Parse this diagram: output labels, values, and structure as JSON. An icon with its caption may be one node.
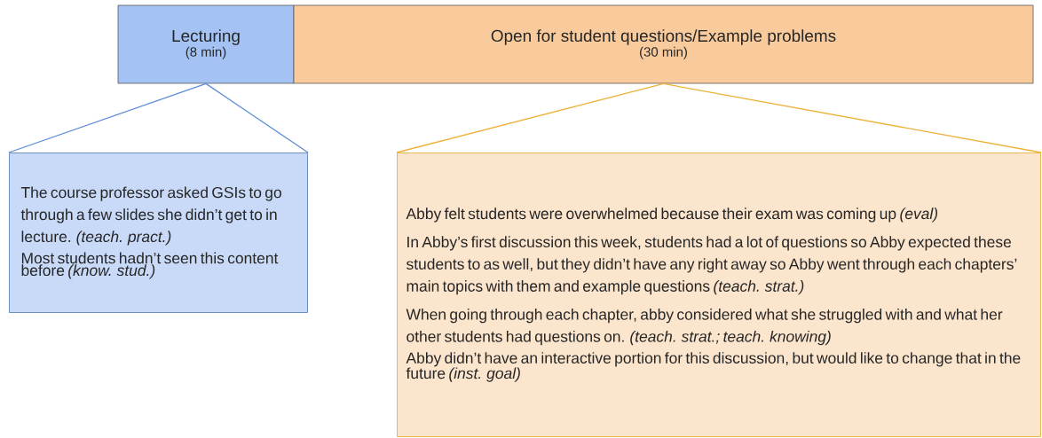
{
  "diagram": {
    "nodes": [
      {
        "text": [
          "Lecturing",
          "(8 min)"
        ]
      },
      {
        "text": [
          "Open for student questions/Example problems",
          "(30 min)"
        ]
      },
      {
        "text": [
          "The course professor asked GSIs to go through a few slides she didn’t get to in lecture. *(teach. pract.)*",
          "Most students hadn’t seen this content before *(know. stud.)*"
        ]
      },
      {
        "text": [
          "Abby felt students were overwhelmed because their exam was coming up *(eval)*",
          "In Abby’s first discussion this week, students had a lot of questions so Abby expected these students to as well, but they didn’t have any right away so Abby went through each chapters’ main topics with them and example questions *(teach. strat.)*",
          "When going through each chapter, abby considered what she struggled with and what her other students had questions on. *(teach. strat.; teach. knowing)*",
          "Abby didn’t have an interactive portion for this discussion, but would like to change that in the future *(inst. goal)*"
        ]
      }
    ],
    "edges": [
      {
        "from": 0,
        "to": 2,
        "arrow": "none",
        "color": "#5b8bd6"
      },
      {
        "from": 0,
        "to": 2,
        "arrow": "none",
        "color": "#5b8bd6"
      },
      {
        "from": 1,
        "to": 3,
        "arrow": "none",
        "color": "#eeb13a"
      },
      {
        "from": 1,
        "to": 3,
        "arrow": "none",
        "color": "#eeb13a"
      }
    ]
  }
}
